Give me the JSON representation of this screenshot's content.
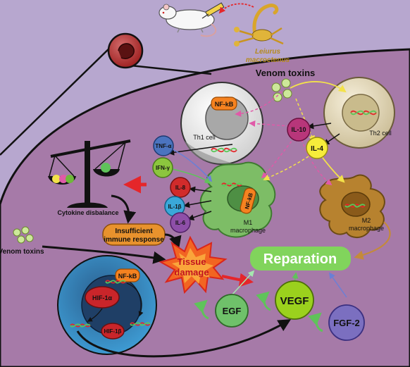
{
  "scorpion": {
    "name_line1": "Leiurus",
    "name_line2": "macroctenus"
  },
  "venom_top": "Venom toxins",
  "venom_left": "Venom toxins",
  "cells": {
    "th1": "Th1 cell",
    "th2": "Th2 cell",
    "m1_line1": "M1",
    "m1_line2": "macrophage",
    "m2_line1": "M2",
    "m2_line2": "macrophage",
    "hif_cell": ""
  },
  "molecules": {
    "nfkb": "NF-kB",
    "nfkb_m1": "NF-kB",
    "nfkb_bottom": "NF-kB",
    "tnf": "TNF-α",
    "ifn": "IFN-γ",
    "il8": "IL-8",
    "il1b": "IL-1β",
    "il6": "IL-6",
    "il10": "IL-10",
    "il4": "IL-4",
    "hif1a": "HIF-1α",
    "hif1b": "HIF-1β",
    "egf": "EGF",
    "vegf": "VEGF",
    "fgf2": "FGF-2"
  },
  "labels": {
    "cytokine_disbalance": "Cytokine disbalance",
    "insufficient_line1": "Insufficient",
    "insufficient_line2": "immune response",
    "tissue_line1": "Tissue",
    "tissue_line2": "damage",
    "reparation": "Reparation"
  },
  "colors": {
    "background": "#b7a7cf",
    "cell_purple": "#a67aa8",
    "th1": "#ececec",
    "th2": "#e6dcc0",
    "m1": "#7dbd66",
    "m2": "#b7822f",
    "blue_cell": "#3e9fd6",
    "reparation": "#7ed957",
    "red_arrow": "#e5262a",
    "explosion": "#f26522"
  }
}
